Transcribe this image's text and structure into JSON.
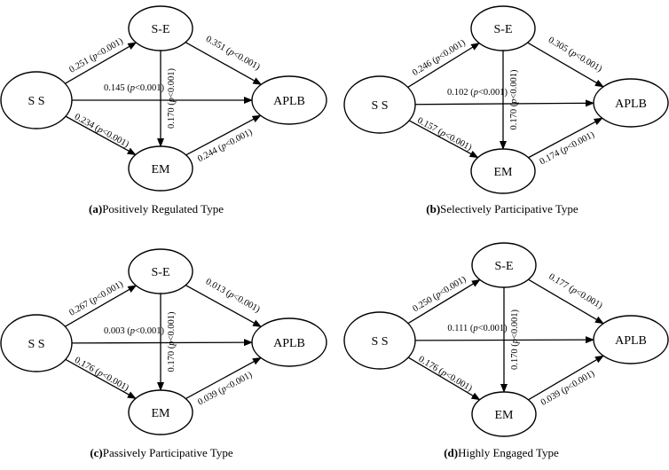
{
  "nodes": {
    "ss": "S S",
    "se": "S-E",
    "em": "EM",
    "aplb": "APLB"
  },
  "panels": [
    {
      "letter": "(a)",
      "title": "Positively Regulated Type",
      "coef": {
        "ss_se": "0.251",
        "ss_aplb": "0.145",
        "ss_em": "0.234",
        "se_aplb": "0.351",
        "se_em": "0.170",
        "em_aplb": "0.244"
      }
    },
    {
      "letter": "(b)",
      "title": "Selectively Participative Type",
      "coef": {
        "ss_se": "0.246",
        "ss_aplb": "0.102",
        "ss_em": "0.157",
        "se_aplb": "0.305",
        "se_em": "0.170",
        "em_aplb": "0.174"
      }
    },
    {
      "letter": "(c)",
      "title": "Passively Participative Type",
      "coef": {
        "ss_se": "0.267",
        "ss_aplb": "0.003",
        "ss_em": "0.176",
        "se_aplb": "0.013",
        "se_em": "0.170",
        "em_aplb": "0.039"
      }
    },
    {
      "letter": "(d)",
      "title": "Highly Engaged Type",
      "coef": {
        "ss_se": "0.250",
        "ss_aplb": "0.111",
        "ss_em": "0.176",
        "se_aplb": "0.177",
        "se_em": "0.170",
        "em_aplb": "0.039"
      }
    }
  ],
  "significance": {
    "open": "(",
    "p": "p",
    "rest": "<0.001)"
  }
}
